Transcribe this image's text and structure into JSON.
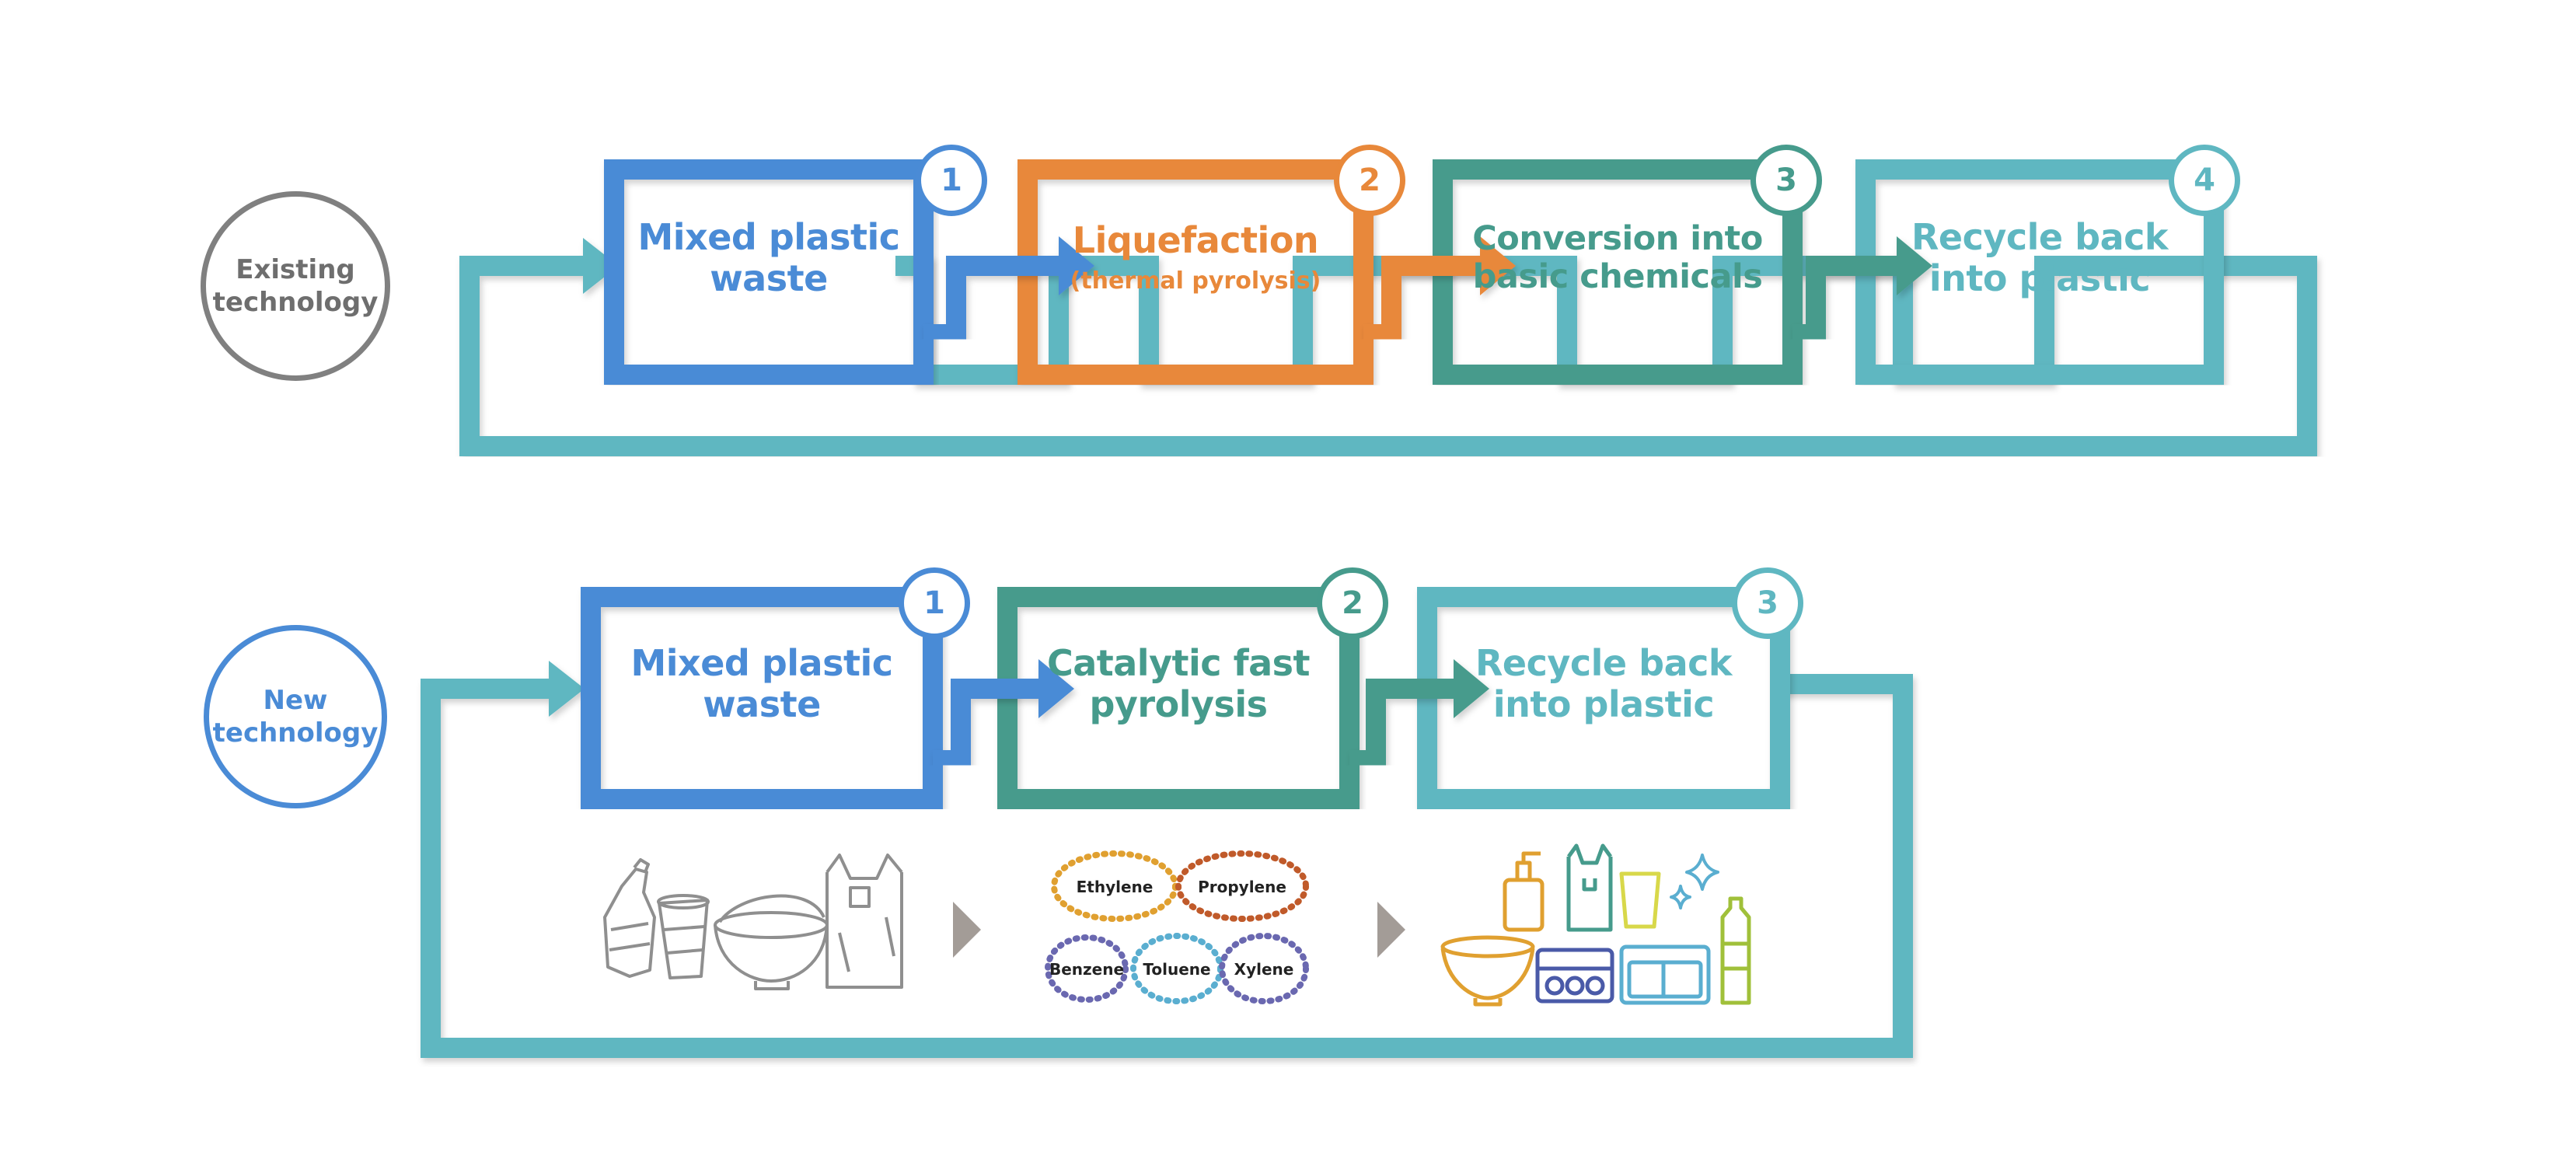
{
  "colors": {
    "blue": "#4a8bd6",
    "orange": "#e8883a",
    "dark_teal": "#469b8c",
    "light_teal": "#5fb7c1",
    "gray_ring": "#808080",
    "arrow_gray": "#a39c97",
    "dots_orange": "#e0a030",
    "dots_brown": "#c05a2a",
    "dots_purple": "#6a68b0",
    "dots_blue": "#5aaed0"
  },
  "existing": {
    "label_line1": "Existing",
    "label_line2": "technology",
    "steps": [
      {
        "number": "1",
        "title": "Mixed plastic\nwaste",
        "subtitle": "",
        "color": "#4a8bd6"
      },
      {
        "number": "2",
        "title": "Liquefaction",
        "subtitle": "(thermal pyrolysis)",
        "color": "#e8883a"
      },
      {
        "number": "3",
        "title": "Conversion into\nbasic chemicals",
        "subtitle": "",
        "color": "#469b8c"
      },
      {
        "number": "4",
        "title": "Recycle back\ninto plastic",
        "subtitle": "",
        "color": "#5fb7c1"
      }
    ]
  },
  "new": {
    "label_line1": "New",
    "label_line2": "technology",
    "steps": [
      {
        "number": "1",
        "title": "Mixed plastic\nwaste",
        "subtitle": "",
        "color": "#4a8bd6"
      },
      {
        "number": "2",
        "title": "Catalytic fast\npyrolysis",
        "subtitle": "",
        "color": "#469b8c"
      },
      {
        "number": "3",
        "title": "Recycle back\ninto plastic",
        "subtitle": "",
        "color": "#5fb7c1"
      }
    ],
    "chemicals": [
      "Ethylene",
      "Propylene",
      "Benzene",
      "Toluene",
      "Xylene"
    ]
  }
}
